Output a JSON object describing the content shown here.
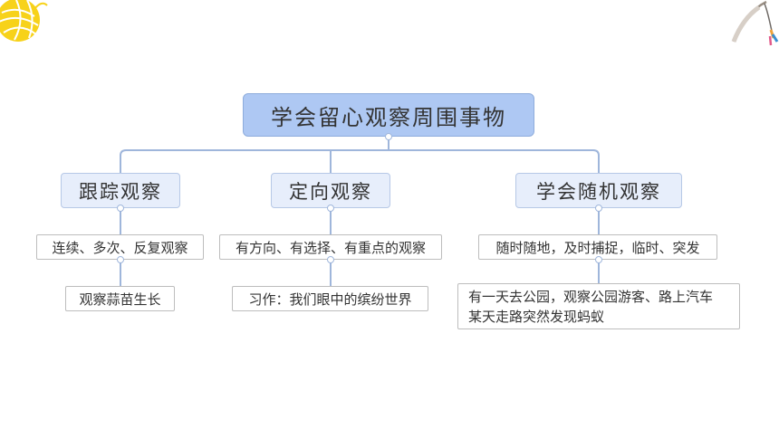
{
  "mindmap": {
    "root": "学会留心观察周围事物",
    "branches": [
      {
        "title": "跟踪观察",
        "items": [
          {
            "lines": [
              "连续、多次、反复观察"
            ]
          },
          {
            "lines": [
              "观察蒜苗生长"
            ]
          }
        ]
      },
      {
        "title": "定向观察",
        "items": [
          {
            "lines": [
              "有方向、有选择、有重点的观察"
            ]
          },
          {
            "lines": [
              "习作：我们眼中的缤纷世界"
            ]
          }
        ]
      },
      {
        "title": "学会随机观察",
        "items": [
          {
            "lines": [
              "随时随地，及时捕捉，临时、突发"
            ]
          },
          {
            "lines": [
              "有一天去公园，观察公园游客、路上汽车",
              "某天走路突然发现蚂蚁"
            ]
          }
        ]
      }
    ]
  },
  "colors": {
    "root_fill": "#aec8f3",
    "branch_fill": "#e7eefb",
    "connector": "#9fb6db",
    "yarn": "#f7d21a"
  },
  "decorations": {
    "top_left": "yarn-ball-icon",
    "top_right": "feather-pen-icon"
  }
}
